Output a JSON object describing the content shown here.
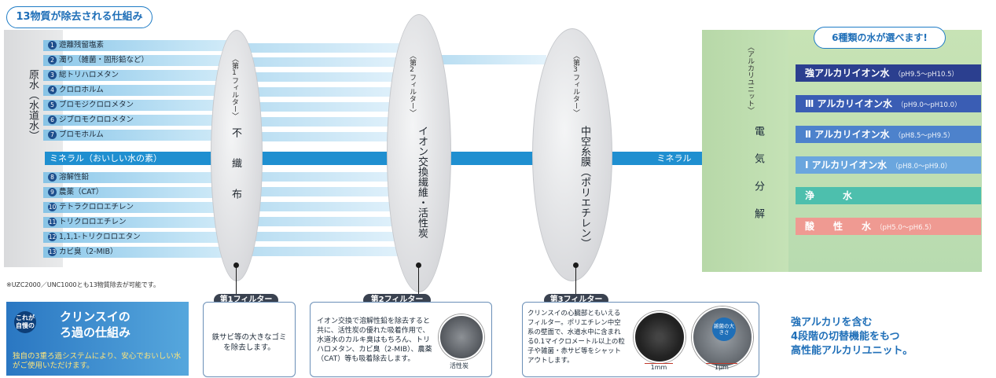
{
  "header": {
    "title": "13物質が除去される仕組み"
  },
  "source": {
    "label": "原水（水道水）"
  },
  "contaminants": [
    {
      "num": "1",
      "label": "遊離残留塩素"
    },
    {
      "num": "2",
      "label": "濁り（雑菌・固形鉛など）"
    },
    {
      "num": "3",
      "label": "総トリハロメタン"
    },
    {
      "num": "4",
      "label": "クロロホルム"
    },
    {
      "num": "5",
      "label": "ブロモジクロロメタン"
    },
    {
      "num": "6",
      "label": "ジブロモクロロメタン"
    },
    {
      "num": "7",
      "label": "ブロモホルム"
    },
    {
      "num": "8",
      "label": "溶解性鉛"
    },
    {
      "num": "9",
      "label": "農薬（CAT）"
    },
    {
      "num": "10",
      "label": "テトラクロロエチレン"
    },
    {
      "num": "11",
      "label": "トリクロロエチレン"
    },
    {
      "num": "12",
      "label": "1,1,1-トリクロロエタン"
    },
    {
      "num": "13",
      "label": "カビ臭（2-MIB）"
    }
  ],
  "mineral": {
    "row_label": "ミネラル（おいしい水の素）",
    "bar_label": "ミネラル"
  },
  "footnote": "※UZC2000／UNC1000とも13物質除去が可能です。",
  "filters": [
    {
      "tag": "〈第1フィルター〉",
      "name": "不織布",
      "box_label": "第1フィルター",
      "desc": "鉄サビ等の大きなゴミを除去します。"
    },
    {
      "tag": "〈第2フィルター〉",
      "name": "イオン交換繊維・活性炭",
      "box_label": "第2フィルター",
      "desc": "イオン交換で溶解性鉛を除去すると共に、活性炭の優れた吸着作用で、水道水のカルキ臭はもちろん、トリハロメタン、カビ臭（2-MIB）、農薬（CAT）等も吸着除去します。",
      "photo_caption": "活性炭"
    },
    {
      "tag": "〈第3フィルター〉",
      "name": "中空糸膜（ポリエチレン）",
      "box_label": "第3フィルター",
      "desc": "クリンスイの心臓部ともいえるフィルター。ポリエチレン中空系の壁面で、水道水中に含まれる0.1マイクロメートル以上の粒子や雑菌・赤サビ等をシャットアウトします。",
      "scale_1": "1mm",
      "scale_2": "1μm",
      "bubble": "雑菌の大きさ"
    }
  ],
  "unit": {
    "tag": "〈アルカリユニット〉",
    "name": "電気分解",
    "pill": "6種類の水が選べます!",
    "waters": [
      {
        "name": "強アルカリイオン水",
        "ph": "（pH9.5〜pH10.5）",
        "color": "#2b3f8f"
      },
      {
        "name": "Ⅲ アルカリイオン水",
        "ph": "（pH9.0〜pH10.0）",
        "color": "#3a5db4"
      },
      {
        "name": "Ⅱ アルカリイオン水",
        "ph": "（pH8.5〜pH9.5）",
        "color": "#4d82cc"
      },
      {
        "name": "Ⅰ アルカリイオン水",
        "ph": "（pH8.0〜pH9.0）",
        "color": "#6aa6de"
      },
      {
        "name": "浄　　　水",
        "ph": "",
        "color": "#4dbfad"
      },
      {
        "name": "酸　　性　　水",
        "ph": "（pH5.0〜pH6.5）",
        "color": "#ef9a92"
      }
    ]
  },
  "intro": {
    "badge": "これが自慢の",
    "title_1": "クリンスイの",
    "title_2": "ろ過の仕組み",
    "sub": "独自の3重ろ過システムにより、安心でおいしい水がご使用いただけます。"
  },
  "tagline": [
    "強アルカリを含む",
    "4段階の切替機能をもつ",
    "高性能アルカリユニット。"
  ]
}
